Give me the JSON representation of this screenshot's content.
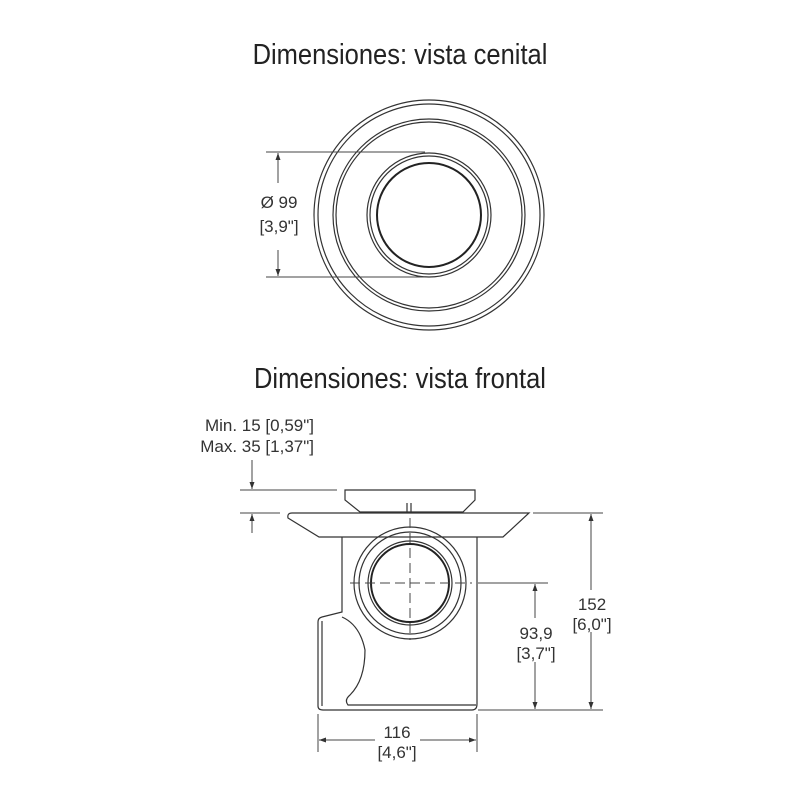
{
  "top_view": {
    "title": "Dimensiones: vista cenital",
    "diameter_mm": "Ø 99",
    "diameter_in": "[3,9\"]"
  },
  "front_view": {
    "title": "Dimensiones: vista frontal",
    "grate_min": "Min. 15 [0,59\"]",
    "grate_max": "Max. 35 [1,37\"]",
    "height_mm": "152",
    "height_in": "[6,0\"]",
    "outlet_height_mm": "93,9",
    "outlet_height_in": "[3,7\"]",
    "width_mm": "116",
    "width_in": "[4,6\"]"
  }
}
